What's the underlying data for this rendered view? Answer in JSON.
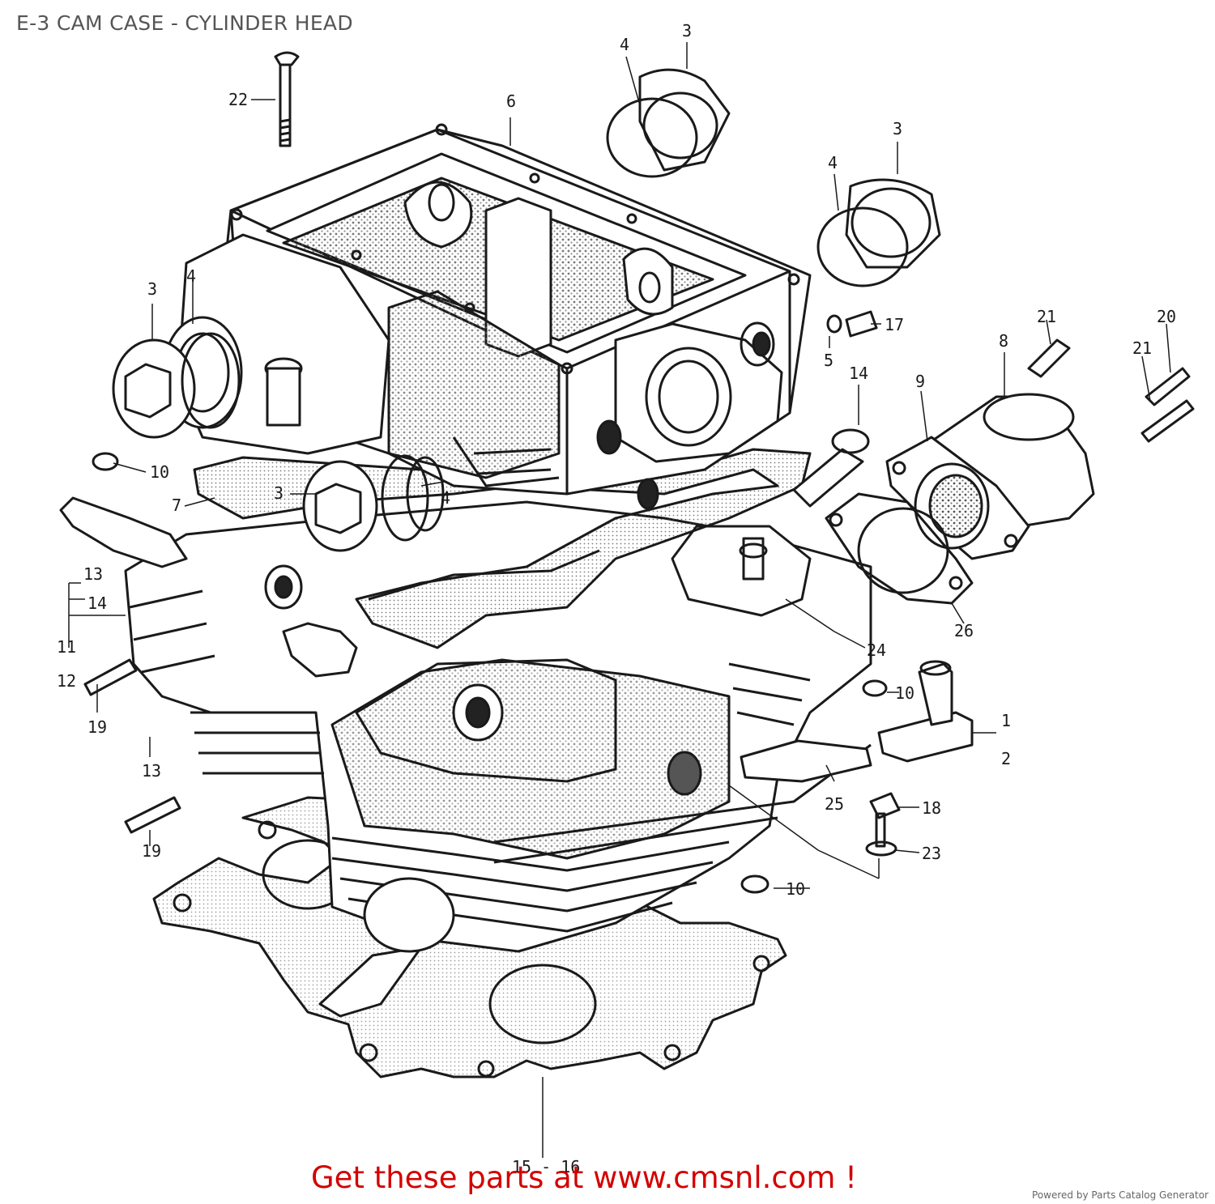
{
  "header": {
    "title": "E-3 CAM CASE - CYLINDER HEAD"
  },
  "callouts": {
    "c1": "1",
    "c2": "2",
    "c3a": "3",
    "c3b": "3",
    "c3c": "3",
    "c3d": "3",
    "c4a": "4",
    "c4b": "4",
    "c4c": "4",
    "c4d": "4",
    "c5": "5",
    "c6": "6",
    "c7": "7",
    "c8": "8",
    "c9": "9",
    "c10a": "10",
    "c10b": "10",
    "c10c": "10",
    "c11": "11",
    "c12": "12",
    "c13a": "13",
    "c13b": "13",
    "c14a": "14",
    "c14b": "14",
    "c15": "15 - 16",
    "c17": "17",
    "c18": "18",
    "c19a": "19",
    "c19b": "19",
    "c20": "20",
    "c21a": "21",
    "c21b": "21",
    "c22": "22",
    "c23": "23",
    "c24": "24",
    "c25": "25",
    "c26": "26"
  },
  "footer": {
    "cta": "Get these parts at www.cmsnl.com !",
    "powered_by": "Powered by Parts Catalog Generator"
  },
  "colors": {
    "cta": "#d40000",
    "title": "#555555",
    "line": "#1a1a1a"
  }
}
